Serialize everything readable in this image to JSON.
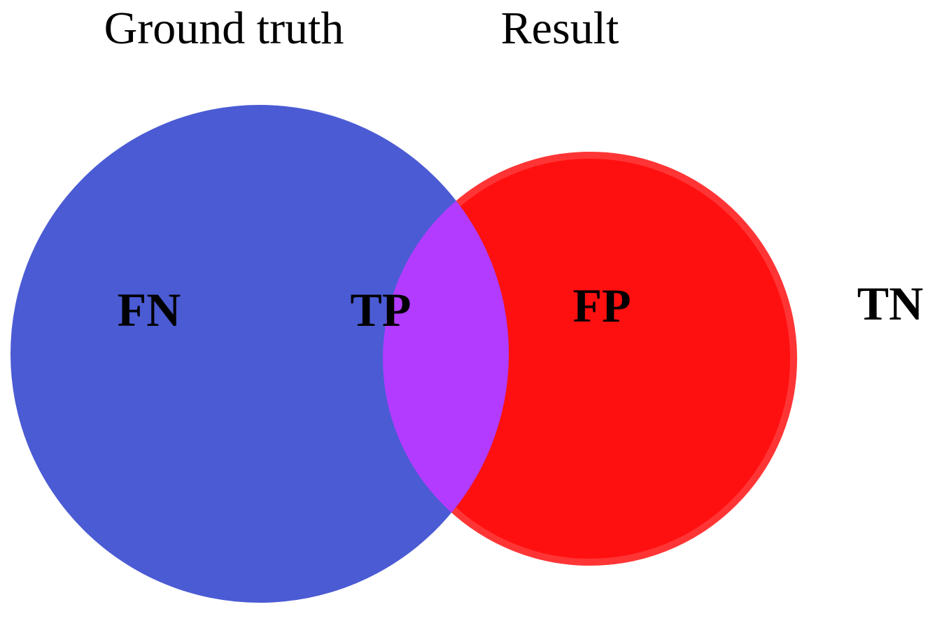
{
  "sets": {
    "ground_truth": {
      "title": "Ground truth",
      "color": "#4b5bd3"
    },
    "result": {
      "title": "Result",
      "color": "#ff1010",
      "border_color": "#ff3535"
    }
  },
  "intersection": {
    "color": "#b23bff"
  },
  "regions": {
    "fn": "FN",
    "tp": "TP",
    "fp": "FP",
    "tn": "TN"
  }
}
